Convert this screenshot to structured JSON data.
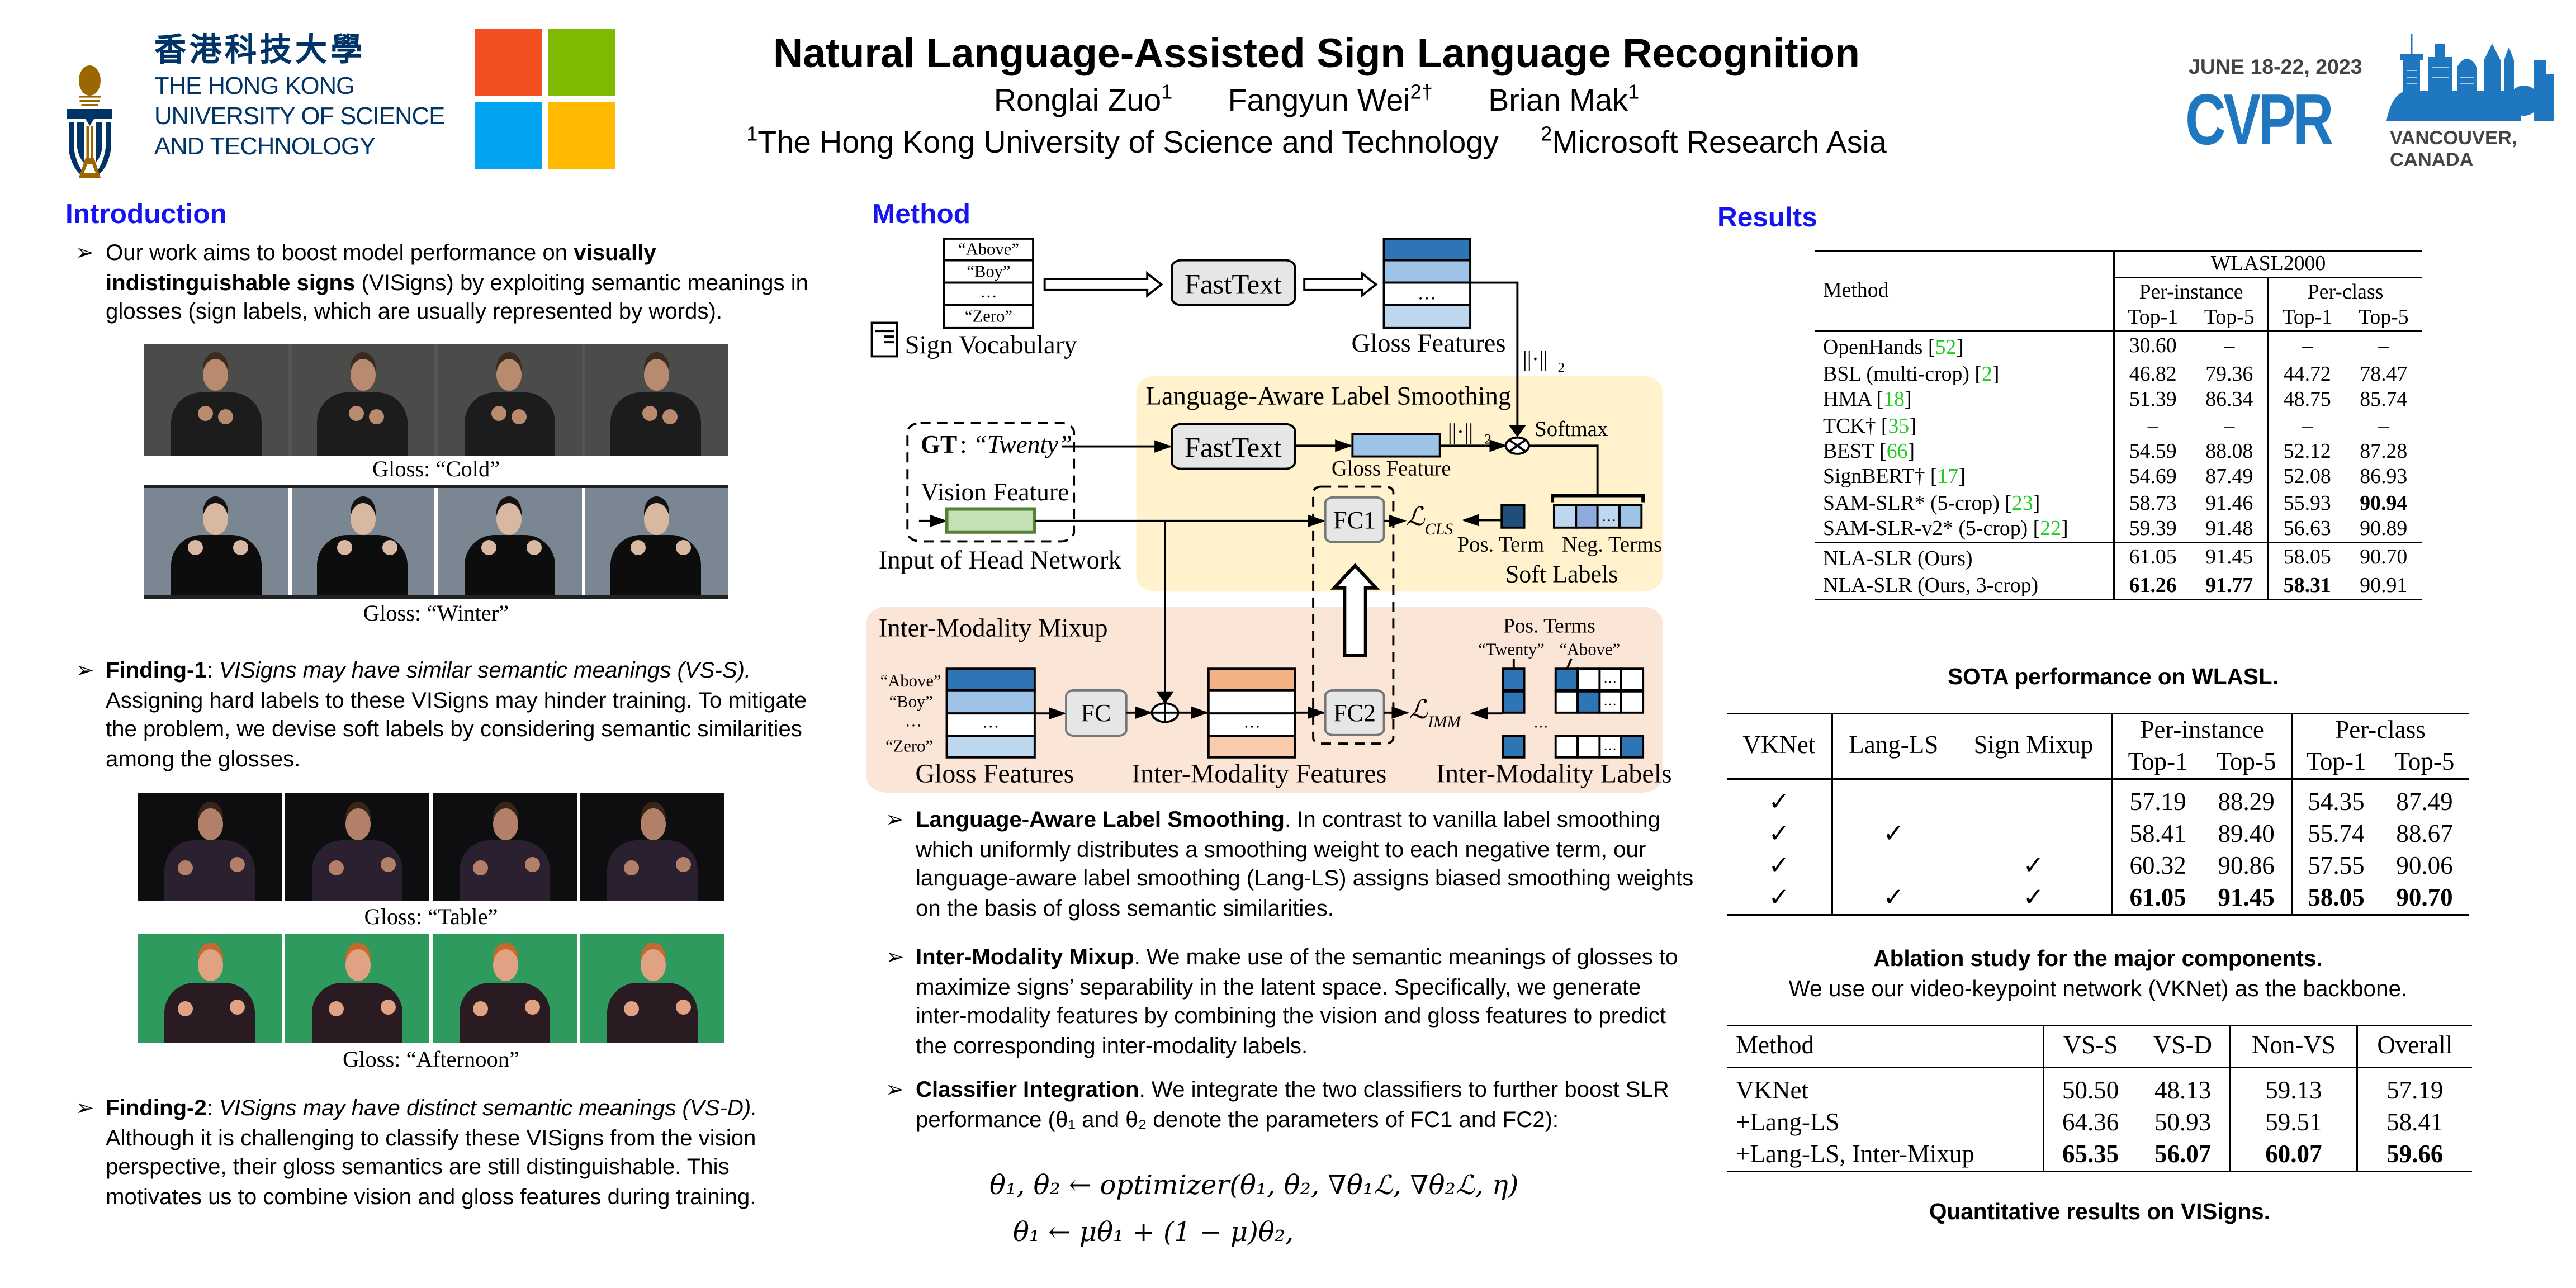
{
  "header": {
    "title": "Natural Language-Assisted Sign Language Recognition",
    "authors": [
      {
        "name": "Ronglai Zuo",
        "sup": "1"
      },
      {
        "name": "Fangyun Wei",
        "sup": "2†"
      },
      {
        "name": "Brian Mak",
        "sup": "1"
      }
    ],
    "affiliations": [
      {
        "sup": "1",
        "name": "The Hong Kong University of Science and Technology"
      },
      {
        "sup": "2",
        "name": "Microsoft Research Asia"
      }
    ]
  },
  "logos": {
    "hkust": {
      "chinese": "香港科技大學",
      "lines": [
        "THE HONG KONG",
        "UNIVERSITY OF SCIENCE",
        "AND TECHNOLOGY"
      ]
    },
    "microsoft": {
      "colors": [
        "#f25022",
        "#7fba00",
        "#00a4ef",
        "#ffb900"
      ]
    },
    "cvpr": {
      "dates": "JUNE 18-22, 2023",
      "name": "CVPR",
      "location": "VANCOUVER, CANADA"
    }
  },
  "introduction": {
    "heading": "Introduction",
    "bullet_marker": "➢",
    "intro": {
      "pre": "Our work aims to boost model performance on ",
      "bold": "visually indistinguishable signs",
      "post": " (VISigns) by exploiting semantic meanings in glosses (sign labels, which are usually represented by words)."
    },
    "gloss_captions": [
      "Gloss: “Cold”",
      "Gloss: “Winter”",
      "Gloss: “Table”",
      "Gloss: “Afternoon”"
    ],
    "finding1": {
      "bold": "Finding-1",
      "sep": ": ",
      "italic": "VISigns may have similar semantic meanings (VS-S).",
      "post": " Assigning hard labels to these VISigns may hinder training. To mitigate the problem, we devise soft labels by considering semantic similarities among the glosses."
    },
    "finding2": {
      "bold": "Finding-2",
      "sep": ": ",
      "italic": "VISigns may have distinct semantic meanings (VS-D).",
      "post": " Although it is challenging to classify these VISigns from the vision perspective, their gloss semantics are still distinguishable. This motivates us to combine vision and gloss features during training."
    }
  },
  "method": {
    "heading": "Method",
    "diagram": {
      "vocab_words": [
        "“Above”",
        "“Boy”",
        "…",
        "“Zero”"
      ],
      "sign_vocabulary": "Sign Vocabulary",
      "fasttext": "FastText",
      "gloss_features": "Gloss Features",
      "l2norm": "||·||",
      "l2sub": "2",
      "lals_title": "Language-Aware Label Smoothing",
      "gt_label": "GT",
      "gt_value": "“Twenty”",
      "vision_feature": "Vision Feature",
      "input_head": "Input of Head Network",
      "gloss_feature": "Gloss Feature",
      "softmax": "Softmax",
      "fc1": "FC1",
      "fc2": "FC2",
      "fc": "FC",
      "loss_cls": "ℒ",
      "loss_cls_sub": "CLS",
      "loss_imm": "ℒ",
      "loss_imm_sub": "IMM",
      "pos_term": "Pos. Term",
      "neg_terms": "Neg. Terms",
      "soft_labels": "Soft Labels",
      "imm_title": "Inter-Modality Mixup",
      "ellipsis": "…",
      "inter_features": "Inter-Modality Features",
      "pos_terms": "Pos. Terms",
      "pos_twenty": "“Twenty”",
      "pos_above": "“Above”",
      "inter_labels": "Inter-Modality Labels"
    },
    "bullets": [
      {
        "bold": "Language-Aware Label Smoothing",
        "text": ". In contrast to vanilla label smoothing which uniformly distributes a smoothing weight to each negative term, our language-aware label smoothing (Lang-LS) assigns biased smoothing weights on the basis of gloss semantic similarities."
      },
      {
        "bold": "Inter-Modality Mixup",
        "text": ". We make use of the semantic meanings of glosses to maximize signs’ separability in the latent space. Specifically, we generate inter-modality features by combining the vision and gloss features to predict the corresponding inter-modality labels."
      },
      {
        "bold": "Classifier Integration",
        "text": ". We integrate the two classifiers to further boost SLR performance (θ₁ and θ₂ denote the parameters of FC1 and FC2):"
      }
    ],
    "equations": [
      "θ₁, θ₂ ← optimizer(θ₁, θ₂, ∇θ₁ℒ, ∇θ₂ℒ, η)",
      "θ₁ ← μθ₁ + (1 − μ)θ₂,"
    ]
  },
  "results": {
    "heading": "Results",
    "table1": {
      "method_header": "Method",
      "dataset": "WLASL2000",
      "groups": [
        "Per-instance",
        "Per-class"
      ],
      "metrics": [
        "Top-1",
        "Top-5",
        "Top-1",
        "Top-5"
      ],
      "rows": [
        {
          "method": "OpenHands",
          "ref": "52",
          "values": [
            "30.60",
            "–",
            "–",
            "–"
          ],
          "bold": []
        },
        {
          "method": "BSL (multi-crop)",
          "ref": "2",
          "values": [
            "46.82",
            "79.36",
            "44.72",
            "78.47"
          ],
          "bold": []
        },
        {
          "method": "HMA",
          "ref": "18",
          "values": [
            "51.39",
            "86.34",
            "48.75",
            "85.74"
          ],
          "bold": []
        },
        {
          "method": "TCK†",
          "ref": "35",
          "values": [
            "–",
            "–",
            "–",
            "–"
          ],
          "bold": []
        },
        {
          "method": "BEST",
          "ref": "66",
          "values": [
            "54.59",
            "88.08",
            "52.12",
            "87.28"
          ],
          "bold": []
        },
        {
          "method": "SignBERT†",
          "ref": "17",
          "values": [
            "54.69",
            "87.49",
            "52.08",
            "86.93"
          ],
          "bold": []
        },
        {
          "method": "SAM-SLR* (5-crop)",
          "ref": "23",
          "values": [
            "58.73",
            "91.46",
            "55.93",
            "90.94"
          ],
          "bold": [
            3
          ]
        },
        {
          "method": "SAM-SLR-v2* (5-crop)",
          "ref": "22",
          "values": [
            "59.39",
            "91.48",
            "56.63",
            "90.89"
          ],
          "bold": []
        }
      ],
      "ours": [
        {
          "method": "NLA-SLR (Ours)",
          "values": [
            "61.05",
            "91.45",
            "58.05",
            "90.70"
          ],
          "bold": []
        },
        {
          "method": "NLA-SLR (Ours, 3-crop)",
          "values": [
            "61.26",
            "91.77",
            "58.31",
            "90.91"
          ],
          "bold": [
            0,
            1,
            2
          ]
        }
      ],
      "caption": "SOTA performance on WLASL."
    },
    "table2": {
      "components": [
        "VKNet",
        "Lang-LS",
        "Sign Mixup"
      ],
      "groups": [
        "Per-instance",
        "Per-class"
      ],
      "metrics": [
        "Top-1",
        "Top-5",
        "Top-1",
        "Top-5"
      ],
      "check_symbol": "✓",
      "rows": [
        {
          "checks": [
            true,
            false,
            false
          ],
          "values": [
            "57.19",
            "88.29",
            "54.35",
            "87.49"
          ],
          "bold": false
        },
        {
          "checks": [
            true,
            true,
            false
          ],
          "values": [
            "58.41",
            "89.40",
            "55.74",
            "88.67"
          ],
          "bold": false
        },
        {
          "checks": [
            true,
            false,
            true
          ],
          "values": [
            "60.32",
            "90.86",
            "57.55",
            "90.06"
          ],
          "bold": false
        },
        {
          "checks": [
            true,
            true,
            true
          ],
          "values": [
            "61.05",
            "91.45",
            "58.05",
            "90.70"
          ],
          "bold": true
        }
      ],
      "caption_bold": "Ablation study for the major components.",
      "caption": "We use our video-keypoint network (VKNet) as the backbone."
    },
    "table3": {
      "headers": [
        "Method",
        "VS-S",
        "VS-D",
        "Non-VS",
        "Overall"
      ],
      "rows": [
        {
          "method": "VKNet",
          "values": [
            "50.50",
            "48.13",
            "59.13",
            "57.19"
          ],
          "bold": false
        },
        {
          "method": "+Lang-LS",
          "values": [
            "64.36",
            "50.93",
            "59.51",
            "58.41"
          ],
          "bold": false
        },
        {
          "method": "+Lang-LS, Inter-Mixup",
          "values": [
            "65.35",
            "56.07",
            "60.07",
            "59.66"
          ],
          "bold": true
        }
      ],
      "caption": "Quantitative results on VISigns."
    }
  }
}
